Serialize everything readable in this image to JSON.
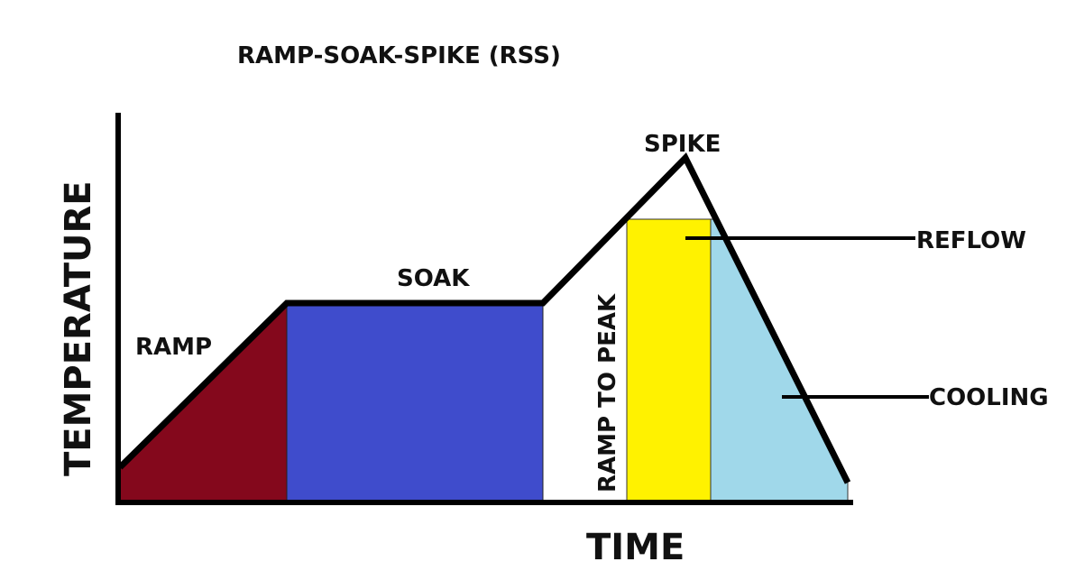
{
  "title": "RAMP-SOAK-SPIKE (RSS)",
  "axes": {
    "x_label": "TIME",
    "y_label": "TEMPERATURE"
  },
  "zones": {
    "ramp": {
      "label": "RAMP",
      "color": "#84081c"
    },
    "soak": {
      "label": "SOAK",
      "color": "#3f4ccc"
    },
    "ramp_to_peak": {
      "label": "RAMP TO PEAK"
    },
    "spike": {
      "label": "SPIKE"
    },
    "reflow": {
      "label": "REFLOW",
      "color": "#fff200"
    },
    "cooling": {
      "label": "COOLING",
      "color": "#a0d8ea"
    }
  }
}
